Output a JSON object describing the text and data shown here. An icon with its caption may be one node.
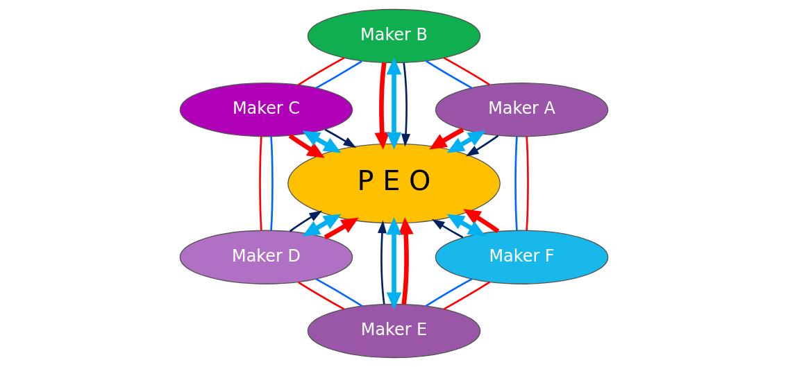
{
  "diagram": {
    "nodes": [
      {
        "text": [
          "Maker A"
        ]
      },
      {
        "text": [
          "Maker F"
        ]
      },
      {
        "text": [
          "Maker B"
        ]
      },
      {
        "text": [
          "P E O"
        ]
      },
      {
        "text": [
          "Maker E"
        ]
      },
      {
        "text": [
          "Maker C"
        ]
      },
      {
        "text": [
          "Maker D"
        ]
      }
    ],
    "edges": [
      {
        "from": 0,
        "to": 3,
        "arrow": "to",
        "color": "#002060"
      },
      {
        "from": 0,
        "to": 3,
        "arrow": "to",
        "style": "thick",
        "color": "#ff0000"
      },
      {
        "from": 0,
        "to": 3,
        "arrow": "both",
        "style": "thick",
        "color": "#00b0f0"
      },
      {
        "from": 2,
        "to": 3,
        "arrow": "to",
        "color": "#002060"
      },
      {
        "from": 2,
        "to": 3,
        "arrow": "to",
        "style": "thick",
        "color": "#ff0000"
      },
      {
        "from": 2,
        "to": 3,
        "arrow": "both",
        "style": "thick",
        "color": "#00b0f0"
      },
      {
        "from": 5,
        "to": 3,
        "arrow": "to",
        "color": "#002060"
      },
      {
        "from": 5,
        "to": 3,
        "arrow": "to",
        "style": "thick",
        "color": "#ff0000"
      },
      {
        "from": 5,
        "to": 3,
        "arrow": "both",
        "style": "thick",
        "color": "#00b0f0"
      },
      {
        "from": 6,
        "to": 3,
        "arrow": "to",
        "color": "#002060"
      },
      {
        "from": 6,
        "to": 3,
        "arrow": "to",
        "style": "thick",
        "color": "#ff0000"
      },
      {
        "from": 6,
        "to": 3,
        "arrow": "both",
        "style": "thick",
        "color": "#00b0f0"
      },
      {
        "from": 4,
        "to": 3,
        "arrow": "to",
        "color": "#002060"
      },
      {
        "from": 4,
        "to": 3,
        "arrow": "to",
        "style": "thick",
        "color": "#ff0000"
      },
      {
        "from": 4,
        "to": 3,
        "arrow": "both",
        "style": "thick",
        "color": "#00b0f0"
      },
      {
        "from": 1,
        "to": 3,
        "arrow": "to",
        "color": "#002060"
      },
      {
        "from": 1,
        "to": 3,
        "arrow": "to",
        "style": "thick",
        "color": "#ff0000"
      },
      {
        "from": 1,
        "to": 3,
        "arrow": "both",
        "style": "thick",
        "color": "#00b0f0"
      },
      {
        "from": 0,
        "to": 2,
        "arrow": "none",
        "color": "#0066ff"
      },
      {
        "from": 0,
        "to": 2,
        "arrow": "none",
        "color": "#ff0000"
      },
      {
        "from": 2,
        "to": 5,
        "arrow": "none",
        "color": "#0066ff"
      },
      {
        "from": 2,
        "to": 5,
        "arrow": "none",
        "color": "#ff0000"
      },
      {
        "from": 5,
        "to": 6,
        "arrow": "none",
        "color": "#0066ff"
      },
      {
        "from": 5,
        "to": 6,
        "arrow": "none",
        "color": "#ff0000"
      },
      {
        "from": 6,
        "to": 4,
        "arrow": "none",
        "color": "#0066ff"
      },
      {
        "from": 6,
        "to": 4,
        "arrow": "none",
        "color": "#ff0000"
      },
      {
        "from": 4,
        "to": 1,
        "arrow": "none",
        "color": "#0066ff"
      },
      {
        "from": 4,
        "to": 1,
        "arrow": "none",
        "color": "#ff0000"
      },
      {
        "from": 1,
        "to": 0,
        "arrow": "none",
        "color": "#0066ff"
      },
      {
        "from": 1,
        "to": 0,
        "arrow": "none",
        "color": "#ff0000"
      }
    ]
  }
}
